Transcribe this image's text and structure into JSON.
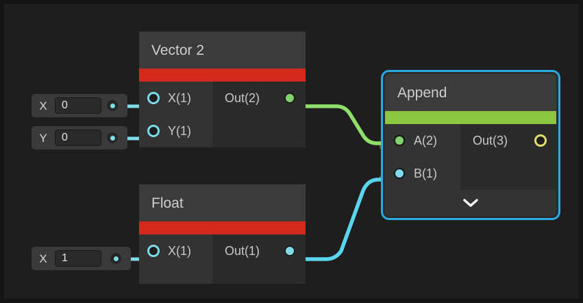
{
  "canvas": {
    "background": "#1e1e1e",
    "frame_color": "#141414"
  },
  "colors": {
    "accent_red": "#d4291d",
    "accent_green": "#8dc63f",
    "selection_cyan": "#2aabe4",
    "edge_cyan": "#5ad5ee",
    "edge_green": "#8ede6a",
    "port_yellow": "#e4e066",
    "node_header": "#3b3b3b",
    "node_input_col": "#333333",
    "node_output_col": "#2b2b2b",
    "text_primary": "#cfcfcf"
  },
  "fields": [
    {
      "name": "vector2-x",
      "label": "X",
      "value": "0",
      "placeholder": "0",
      "port_icon": "connector-dot-icon"
    },
    {
      "name": "vector2-y",
      "label": "Y",
      "value": "0",
      "placeholder": "0",
      "port_icon": "connector-dot-icon"
    },
    {
      "name": "float-x",
      "label": "X",
      "value": "1",
      "placeholder": "0",
      "port_icon": "connector-dot-icon"
    }
  ],
  "nodes": [
    {
      "id": "vector2",
      "title": "Vector 2",
      "accent": "#d4291d",
      "selected": false,
      "inputs": [
        {
          "label": "X(1)",
          "port": "ring-cyan"
        },
        {
          "label": "Y(1)",
          "port": "ring-cyan"
        }
      ],
      "outputs": [
        {
          "label": "Out(2)",
          "port": "fill-green"
        }
      ]
    },
    {
      "id": "float",
      "title": "Float",
      "accent": "#d4291d",
      "selected": false,
      "inputs": [
        {
          "label": "X(1)",
          "port": "ring-cyan"
        }
      ],
      "outputs": [
        {
          "label": "Out(1)",
          "port": "fill-cyan"
        }
      ]
    },
    {
      "id": "append",
      "title": "Append",
      "accent": "#8dc63f",
      "selected": true,
      "inputs": [
        {
          "label": "A(2)",
          "port": "fill-green"
        },
        {
          "label": "B(1)",
          "port": "fill-cyan"
        }
      ],
      "outputs": [
        {
          "label": "Out(3)",
          "port": "ring-yellow"
        }
      ],
      "footer_icon": "chevron-down-icon"
    }
  ],
  "edges": [
    {
      "name": "vector2-out-to-append-a",
      "color": "#8ede6a",
      "from": "vector2.Out(2)",
      "to": "append.A(2)"
    },
    {
      "name": "float-out-to-append-b",
      "color": "#5ad5ee",
      "from": "float.Out(1)",
      "to": "append.B(1)"
    },
    {
      "name": "vector2-x-field-to-port",
      "color": "#7fdbe8",
      "from": "field.vector2-x",
      "to": "vector2.X(1)"
    },
    {
      "name": "vector2-y-field-to-port",
      "color": "#7fdbe8",
      "from": "field.vector2-y",
      "to": "vector2.Y(1)"
    },
    {
      "name": "float-x-field-to-port",
      "color": "#7fdbe8",
      "from": "field.float-x",
      "to": "float.X(1)"
    }
  ]
}
